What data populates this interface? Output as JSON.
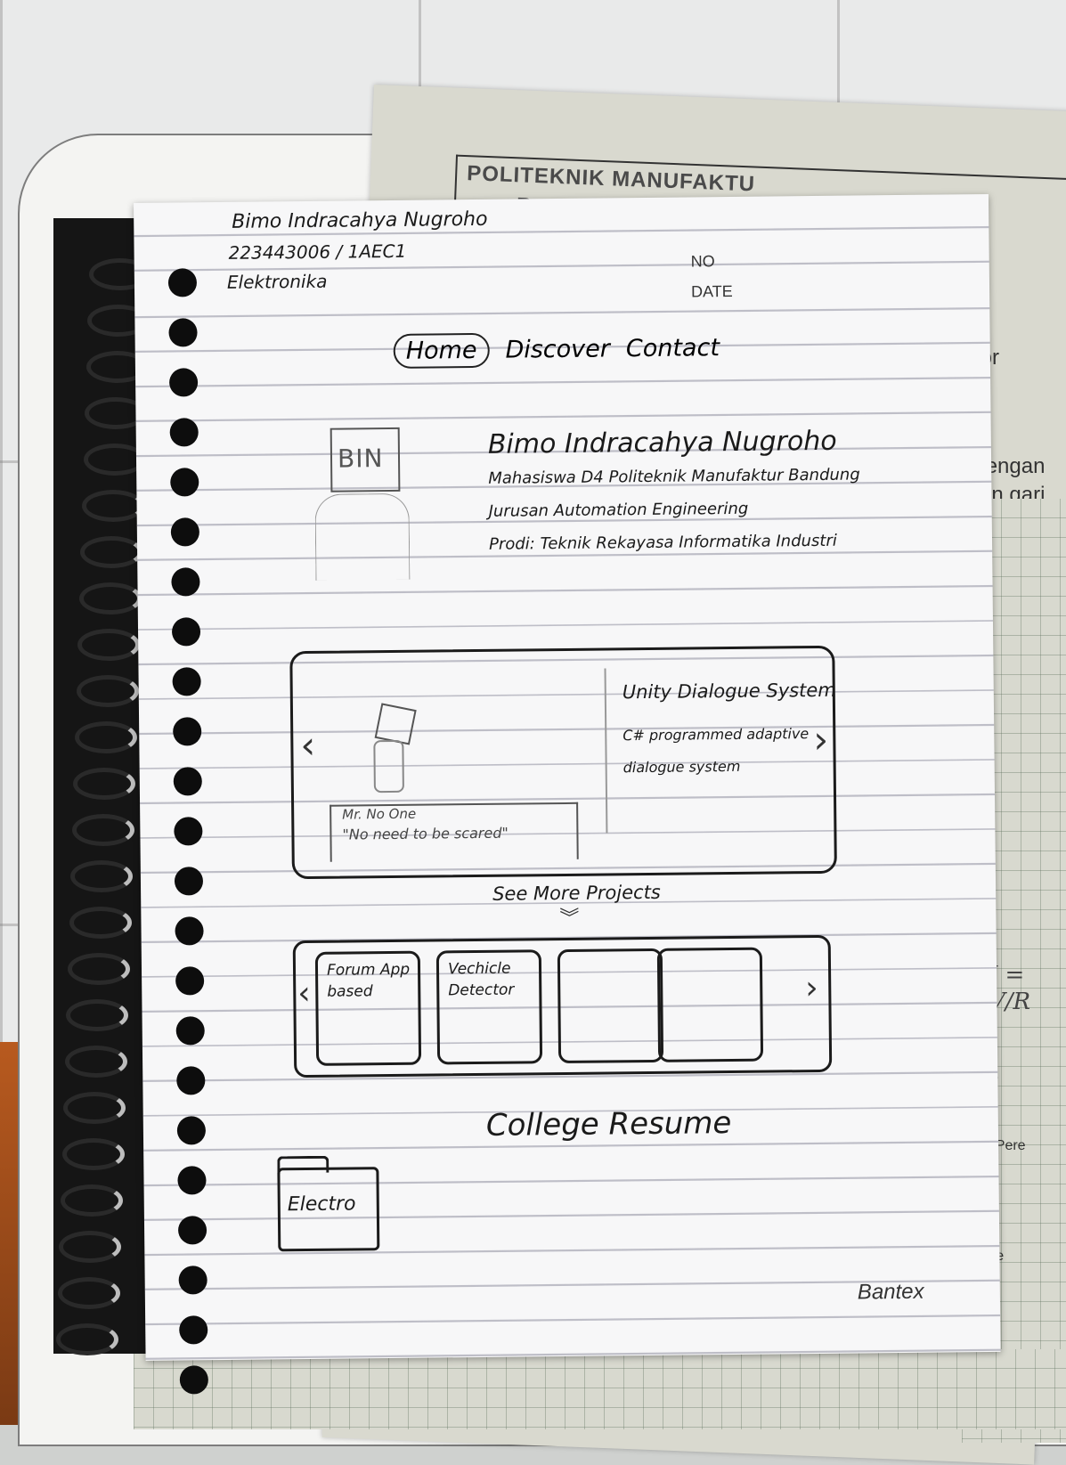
{
  "background_paper": {
    "institution_line1": "POLITEKNIK MANUFAKTU",
    "institution_line2": "B A N",
    "side_fragments": [
      "lomor",
      "ngan",
      "nir dengan",
      "engan gari",
      "ere",
      "m Pere",
      "ere"
    ],
    "formula": "I = V/R"
  },
  "header": {
    "student_name": "Bimo Indracahya Nugroho",
    "student_id": "223443006 / 1AEC1",
    "department": "Elektronika",
    "no_label": "NO",
    "date_label": "DATE"
  },
  "nav": {
    "items": [
      {
        "label": "Home",
        "active": true
      },
      {
        "label": "Discover",
        "active": false
      },
      {
        "label": "Contact",
        "active": false
      }
    ]
  },
  "profile": {
    "avatar_text": "BIN",
    "name": "Bimo Indracahya Nugroho",
    "line1": "Mahasiswa D4 Politeknik Manufaktur Bandung",
    "line2": "Jurusan Automation Engineering",
    "line3": "Prodi: Teknik Rekayasa Informatika Industri"
  },
  "featured_project": {
    "title": "Unity Dialogue System",
    "description": "C# programmed adaptive dialogue system",
    "speaker": "Mr. No One",
    "quote": "\"No need to be scared\"",
    "prev_symbol": "‹",
    "next_symbol": "›"
  },
  "see_more": {
    "label": "See More Projects",
    "chevron": "︾"
  },
  "projects": {
    "prev_symbol": "‹",
    "next_symbol": "›",
    "cards": [
      {
        "title": "Forum App based"
      },
      {
        "title": "Vechicle Detector"
      },
      {
        "title": ""
      },
      {
        "title": ""
      }
    ]
  },
  "resume": {
    "title": "College Resume",
    "folder_label": "Electro"
  },
  "brand": "Bantex",
  "colors": {
    "ink": "#1a1a1a",
    "paper": "#f7f7f8",
    "rule_line": "#8a8aa0"
  }
}
